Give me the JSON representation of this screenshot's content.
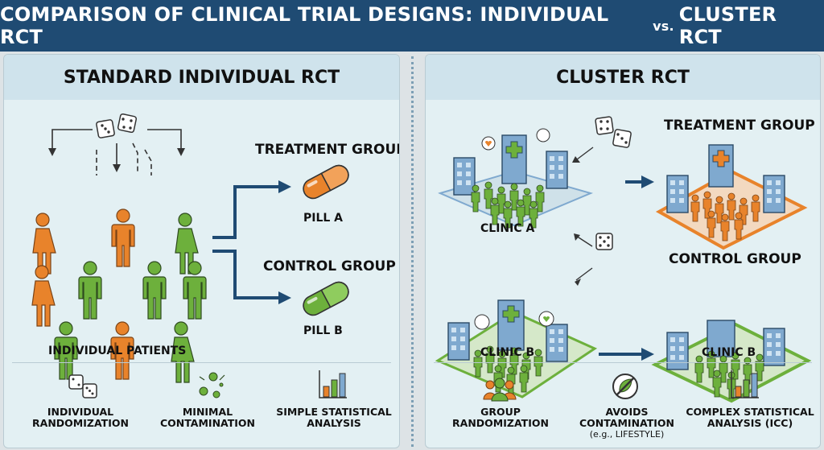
{
  "title": {
    "part1": "COMPARISON OF CLINICAL TRIAL DESIGNS: INDIVIDUAL RCT",
    "vs": "vs.",
    "part2": "CLUSTER RCT"
  },
  "left": {
    "heading": "STANDARD INDIVIDUAL RCT",
    "treatment_label": "TREATMENT GROUP",
    "pill_a": "PILL A",
    "control_label": "CONTROL GROUP",
    "pill_b": "PILL B",
    "patients_caption": "INDIVIDUAL PATIENTS",
    "features": [
      {
        "icon": "dice-icon",
        "line1": "INDIVIDUAL",
        "line2": "RANDOMIZATION"
      },
      {
        "icon": "scatter-dots-icon",
        "line1": "MINIMAL",
        "line2": "CONTAMINATION"
      },
      {
        "icon": "bar-chart-icon",
        "line1": "SIMPLE STATISTICAL",
        "line2": "ANALYSIS"
      }
    ]
  },
  "right": {
    "heading": "CLUSTER RCT",
    "clinic_a": "CLINIC A",
    "clinic_b": "CLINIC B",
    "treatment_label": "TREATMENT GROUP",
    "control_label": "CONTROL GROUP",
    "clinic_b_result": "CLINIC B",
    "features": [
      {
        "icon": "group-icon",
        "line1": "GROUP",
        "line2": "RANDOMIZATION"
      },
      {
        "icon": "no-leaf-icon",
        "line1": "AVOIDS",
        "line2": "CONTAMINATION",
        "line3": "(e.g., LIFESTYLE)"
      },
      {
        "icon": "bar-chart-icon",
        "line1": "COMPLEX STATISTICAL",
        "line2": "ANALYSIS (ICC)"
      }
    ]
  },
  "colors": {
    "navy": "#1f4b73",
    "orange": "#e8832b",
    "green": "#6db03c",
    "building": "#7fa9cf",
    "panel": "#e3f0f3"
  }
}
